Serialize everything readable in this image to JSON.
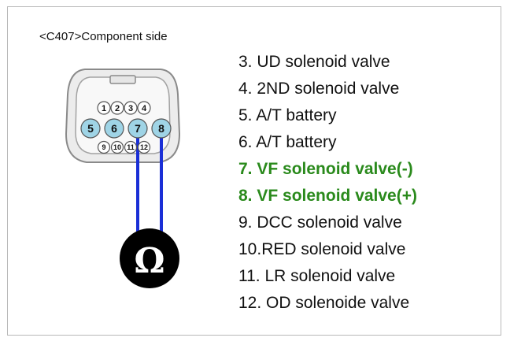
{
  "connector": {
    "title": "<C407>Component side",
    "pins_top": [
      "1",
      "2",
      "3",
      "4"
    ],
    "pins_mid": [
      "5",
      "6",
      "7",
      "8"
    ],
    "pins_bot": [
      "9",
      "10",
      "11",
      "12"
    ],
    "meter_symbol": "Ω",
    "wire_color": "#1a2fd6",
    "pin_fill": "#9fd4e6"
  },
  "pins": [
    {
      "text": "3. UD solenoid valve",
      "highlight": false
    },
    {
      "text": "4. 2ND solenoid valve",
      "highlight": false
    },
    {
      "text": "5. A/T battery",
      "highlight": false
    },
    {
      "text": "6. A/T battery",
      "highlight": false
    },
    {
      "text": "7. VF solenoid valve(-)",
      "highlight": true
    },
    {
      "text": "8. VF solenoid valve(+)",
      "highlight": true
    },
    {
      "text": "9. DCC solenoid valve",
      "highlight": false
    },
    {
      "text": "10.RED solenoid valve",
      "highlight": false
    },
    {
      "text": "11. LR solenoid valve",
      "highlight": false
    },
    {
      "text": "12. OD solenoide valve",
      "highlight": false
    }
  ],
  "highlight_color": "#2a8a1c"
}
